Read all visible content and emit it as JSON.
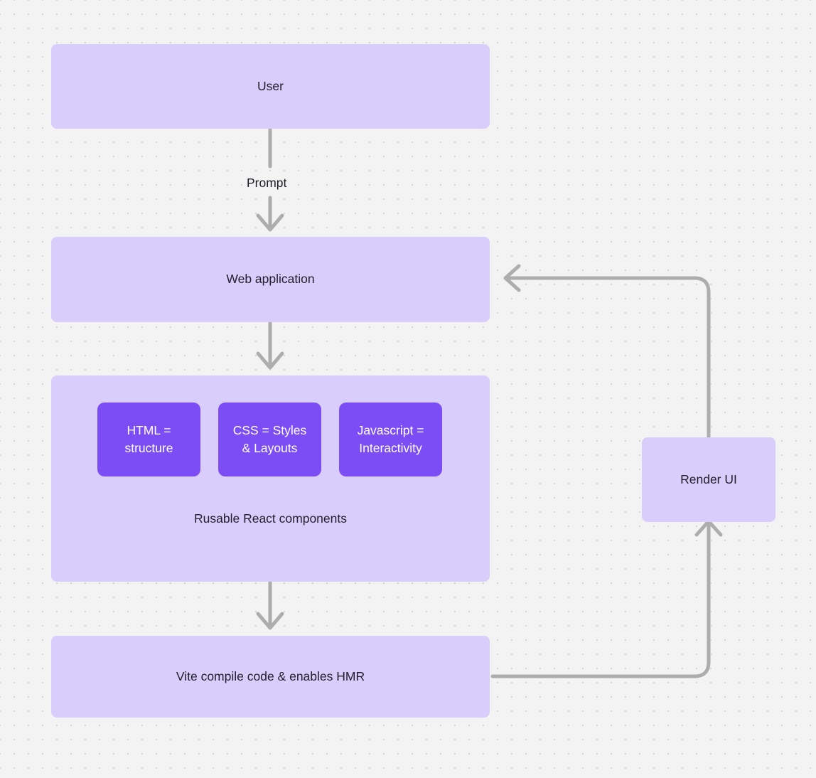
{
  "diagram": {
    "background_color": "#F3F3F3",
    "grid_dot_color": "#D2D2D2",
    "node_fill_light": "#D9CDFB",
    "node_fill_strong": "#7C4DF5",
    "edge_color": "#ADADAD",
    "text_color": "#21212E"
  },
  "nodes": {
    "user": {
      "label": "User"
    },
    "web_application": {
      "label": "Web application"
    },
    "component_group": {
      "label": "Rusable React components"
    },
    "html": {
      "label": "HTML =\nstructure",
      "line1": "HTML =",
      "line2": "structure"
    },
    "css": {
      "label": "CSS = Styles\n& Layouts",
      "line1": "CSS = Styles",
      "line2": "& Layouts"
    },
    "javascript": {
      "label": "Javascript =\nInteractivity",
      "line1": "Javascript =",
      "line2": "Interactivity"
    },
    "vite": {
      "label": "Vite compile code & enables HMR"
    },
    "render_ui": {
      "label": "Render UI"
    }
  },
  "edges": {
    "user_to_web": {
      "label": "Prompt"
    },
    "web_to_components": {
      "label": ""
    },
    "components_to_vite": {
      "label": ""
    },
    "vite_to_render": {
      "label": ""
    },
    "render_to_web": {
      "label": ""
    }
  }
}
